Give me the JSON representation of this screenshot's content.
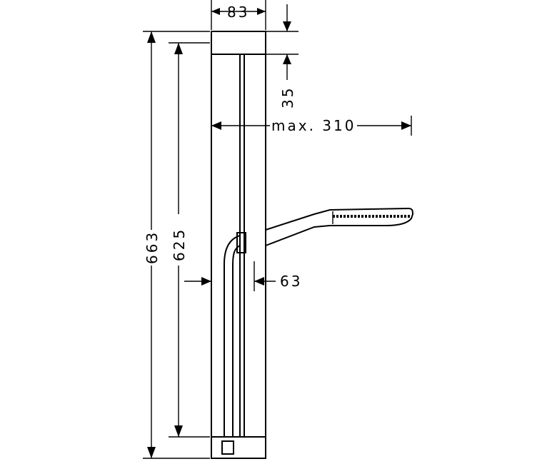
{
  "drawing": {
    "dimensions": {
      "width_top": "83",
      "offset_top": "35",
      "max_reach": "max. 310",
      "total_height": "663",
      "rail_height": "625",
      "wall_distance": "63"
    }
  }
}
